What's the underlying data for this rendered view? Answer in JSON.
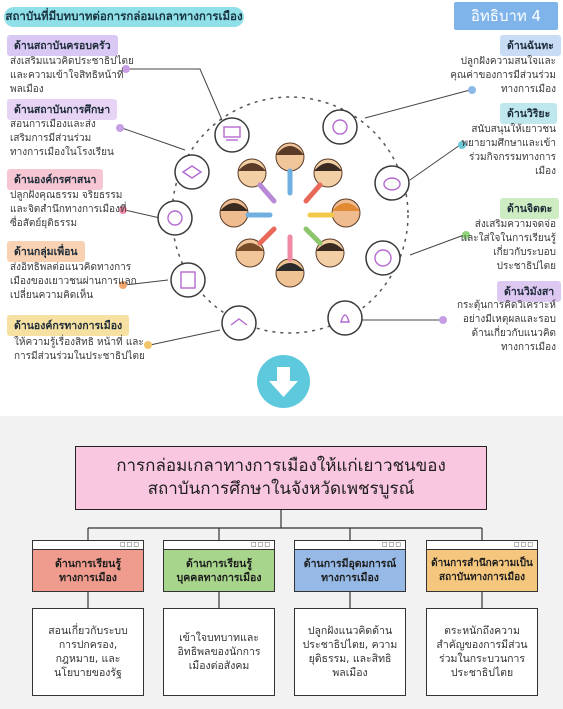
{
  "header": {
    "title": "สถาบันที่มีบทบาทต่อการกล่อมเกลาทางการเมือง",
    "corner": "อิทธิบาท 4"
  },
  "left": [
    {
      "label": "ด้านสถาบันครอบครัว",
      "text": [
        "ส่งเสริมแนวคิดประชาธิปไตย",
        "และความเข้าใจสิทธิหน้าที่",
        "พลเมือง"
      ]
    },
    {
      "label": "ด้านสถาบันการศึกษา",
      "text": [
        "สอนการเมืองและส่ง",
        "เสริมการมีส่วนร่วม",
        "ทางการเมืองในโรงเรียน"
      ]
    },
    {
      "label": "ด้านองค์กรศาสนา",
      "text": [
        "ปลูกฝังคุณธรรม จริยธรรม",
        "และจิตสำนึกทางการเมืองที่",
        "ซื่อสัตย์ยุติธรรม"
      ]
    },
    {
      "label": "ด้านกลุ่มเพื่อน",
      "text": [
        "ส่งอิทธิพลต่อแนวคิดทางการ",
        "เมืองของเยาวชนผ่านการแลก",
        "เปลี่ยนความคิดเห็น"
      ]
    },
    {
      "label": "ด้านองค์กรทางการเมือง",
      "text": [
        "ให้ความรู้เรื่องสิทธิ หน้าที่ และ",
        "การมีส่วนร่วมในประชาธิปไตย"
      ]
    }
  ],
  "right": [
    {
      "label": "ด้านฉันทะ",
      "text": [
        "ปลูกฝังความสนใจและ",
        "คุณค่าของการมีส่วนร่วม",
        "ทางการเมือง"
      ]
    },
    {
      "label": "ด้านวิริยะ",
      "text": [
        "สนับสนุนให้เยาวชน",
        "พยายามศึกษาและเข้า",
        "ร่วมกิจกรรมทางการ",
        "เมือง"
      ]
    },
    {
      "label": "ด้านจิตตะ",
      "text": [
        "ส่งเสริมความจดจ่อ",
        "และใส่ใจในการเรียนรู้",
        "เกี่ยวกับระบอบ",
        "ประชาธิปไตย"
      ]
    },
    {
      "label": "ด้านวิมังสา",
      "text": [
        "กระตุ้นการคิดวิเคราะห์",
        "อย่างมีเหตุผลและรอบ",
        "ด้านเกี่ยวกับแนวคิด",
        "ทางการเมือง"
      ]
    }
  ],
  "main": {
    "line1": "การกล่อมเกลาทางการเมืองให้แก่เยาวชนของ",
    "line2": "สถาบันการศึกษาในจังหวัดเพชรบูรณ์"
  },
  "aspects": [
    {
      "title": [
        "ด้านการเรียนรู้",
        "ทางการเมือง"
      ],
      "color": "#ef9c8e",
      "outcome": [
        "สอนเกี่ยวกับระบบ",
        "การปกครอง,",
        "กฎหมาย, และ",
        "นโยบายของรัฐ"
      ]
    },
    {
      "title": [
        "ด้านการเรียนรู้",
        "บุคคลทางการเมือง"
      ],
      "color": "#a8d58c",
      "outcome": [
        "เข้าใจบทบาทและ",
        "อิทธิพลของนักการ",
        "เมืองต่อสังคม"
      ]
    },
    {
      "title": [
        "ด้านการมีอุดมการณ์",
        "ทางการเมือง"
      ],
      "color": "#97b9e6",
      "outcome": [
        "ปลูกฝังแนวคิดด้าน",
        "ประชาธิปไตย, ความ",
        "ยุติธรรม, และสิทธิ",
        "พลเมือง"
      ]
    },
    {
      "title": [
        "ด้านการสำนึกความเป็น",
        "สถาบันทางการเมือง"
      ],
      "color": "#f5c77e",
      "outcome": [
        "ตระหนักถึงความ",
        "สำคัญของการมีส่วน",
        "ร่วมในกระบวนการ",
        "ประชาธิปไตย"
      ]
    }
  ]
}
